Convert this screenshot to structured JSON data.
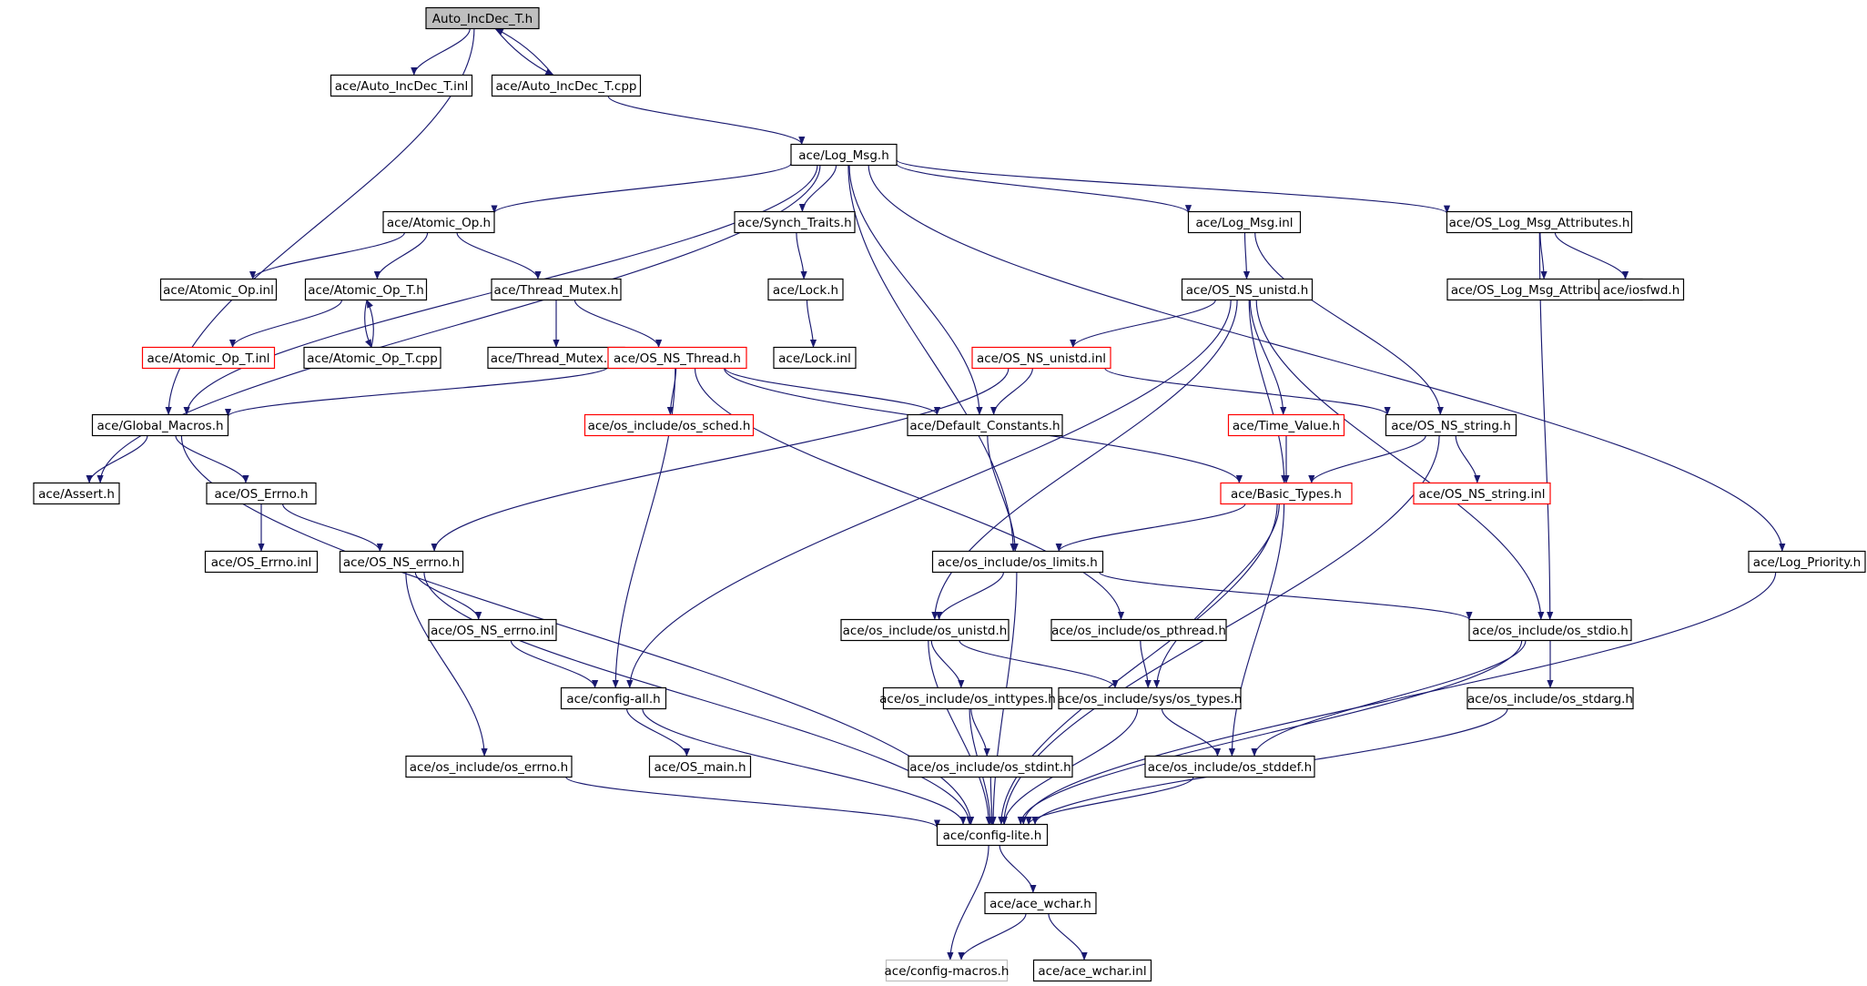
{
  "colors": {
    "edge": "#191970",
    "node_border": "#000000",
    "missing_border": "#ff0000",
    "system_border": "#bfbfbf",
    "root_fill": "#bfbfbf",
    "node_fill": "#ffffff"
  },
  "nodes": [
    {
      "id": "auto_h",
      "label": "Auto_IncDec_T.h",
      "kind": "root"
    },
    {
      "id": "auto_inl",
      "label": "ace/Auto_IncDec_T.inl",
      "kind": "normal"
    },
    {
      "id": "auto_cpp",
      "label": "ace/Auto_IncDec_T.cpp",
      "kind": "normal"
    },
    {
      "id": "log_msg",
      "label": "ace/Log_Msg.h",
      "kind": "normal"
    },
    {
      "id": "atomic_op",
      "label": "ace/Atomic_Op.h",
      "kind": "normal"
    },
    {
      "id": "synch_traits",
      "label": "ace/Synch_Traits.h",
      "kind": "normal"
    },
    {
      "id": "log_msg_inl",
      "label": "ace/Log_Msg.inl",
      "kind": "normal"
    },
    {
      "id": "os_lma",
      "label": "ace/OS_Log_Msg_Attributes.h",
      "kind": "normal"
    },
    {
      "id": "atomic_op_inl",
      "label": "ace/Atomic_Op.inl",
      "kind": "normal"
    },
    {
      "id": "atomic_op_t",
      "label": "ace/Atomic_Op_T.h",
      "kind": "normal"
    },
    {
      "id": "thread_mutex",
      "label": "ace/Thread_Mutex.h",
      "kind": "normal"
    },
    {
      "id": "lock_h",
      "label": "ace/Lock.h",
      "kind": "normal"
    },
    {
      "id": "os_ns_unistd",
      "label": "ace/OS_NS_unistd.h",
      "kind": "normal"
    },
    {
      "id": "os_lma_inl",
      "label": "ace/OS_Log_Msg_Attributes.inl",
      "kind": "normal"
    },
    {
      "id": "iosfwd",
      "label": "ace/iosfwd.h",
      "kind": "normal"
    },
    {
      "id": "atomic_op_t_inl",
      "label": "ace/Atomic_Op_T.inl",
      "kind": "missing"
    },
    {
      "id": "atomic_op_t_cpp",
      "label": "ace/Atomic_Op_T.cpp",
      "kind": "normal"
    },
    {
      "id": "thread_mutex_inl",
      "label": "ace/Thread_Mutex.inl",
      "kind": "normal"
    },
    {
      "id": "os_ns_thread",
      "label": "ace/OS_NS_Thread.h",
      "kind": "missing"
    },
    {
      "id": "lock_inl",
      "label": "ace/Lock.inl",
      "kind": "normal"
    },
    {
      "id": "os_ns_unistd_inl",
      "label": "ace/OS_NS_unistd.inl",
      "kind": "missing"
    },
    {
      "id": "global_macros",
      "label": "ace/Global_Macros.h",
      "kind": "normal"
    },
    {
      "id": "os_sched",
      "label": "ace/os_include/os_sched.h",
      "kind": "missing"
    },
    {
      "id": "default_constants",
      "label": "ace/Default_Constants.h",
      "kind": "normal"
    },
    {
      "id": "time_value",
      "label": "ace/Time_Value.h",
      "kind": "missing"
    },
    {
      "id": "os_ns_string",
      "label": "ace/OS_NS_string.h",
      "kind": "normal"
    },
    {
      "id": "assert_h",
      "label": "ace/Assert.h",
      "kind": "normal"
    },
    {
      "id": "os_errno",
      "label": "ace/OS_Errno.h",
      "kind": "normal"
    },
    {
      "id": "basic_types",
      "label": "ace/Basic_Types.h",
      "kind": "missing"
    },
    {
      "id": "os_ns_string_inl",
      "label": "ace/OS_NS_string.inl",
      "kind": "missing"
    },
    {
      "id": "os_errno_inl",
      "label": "ace/OS_Errno.inl",
      "kind": "normal"
    },
    {
      "id": "os_ns_errno",
      "label": "ace/OS_NS_errno.h",
      "kind": "normal"
    },
    {
      "id": "os_limits",
      "label": "ace/os_include/os_limits.h",
      "kind": "normal"
    },
    {
      "id": "log_priority",
      "label": "ace/Log_Priority.h",
      "kind": "normal"
    },
    {
      "id": "os_ns_errno_inl",
      "label": "ace/OS_NS_errno.inl",
      "kind": "normal"
    },
    {
      "id": "os_unistd",
      "label": "ace/os_include/os_unistd.h",
      "kind": "normal"
    },
    {
      "id": "os_pthread",
      "label": "ace/os_include/os_pthread.h",
      "kind": "normal"
    },
    {
      "id": "os_stdio",
      "label": "ace/os_include/os_stdio.h",
      "kind": "normal"
    },
    {
      "id": "config_all",
      "label": "ace/config-all.h",
      "kind": "normal"
    },
    {
      "id": "os_inttypes",
      "label": "ace/os_include/os_inttypes.h",
      "kind": "normal"
    },
    {
      "id": "sys_os_types",
      "label": "ace/os_include/sys/os_types.h",
      "kind": "normal"
    },
    {
      "id": "os_stdarg",
      "label": "ace/os_include/os_stdarg.h",
      "kind": "normal"
    },
    {
      "id": "os_include_errno",
      "label": "ace/os_include/os_errno.h",
      "kind": "normal"
    },
    {
      "id": "os_main",
      "label": "ace/OS_main.h",
      "kind": "normal"
    },
    {
      "id": "os_stdint",
      "label": "ace/os_include/os_stdint.h",
      "kind": "normal"
    },
    {
      "id": "os_stddef",
      "label": "ace/os_include/os_stddef.h",
      "kind": "normal"
    },
    {
      "id": "config_lite",
      "label": "ace/config-lite.h",
      "kind": "normal"
    },
    {
      "id": "ace_wchar",
      "label": "ace/ace_wchar.h",
      "kind": "normal"
    },
    {
      "id": "config_macros",
      "label": "ace/config-macros.h",
      "kind": "system"
    },
    {
      "id": "ace_wchar_inl",
      "label": "ace/ace_wchar.inl",
      "kind": "normal"
    }
  ],
  "edges": [
    [
      "auto_h",
      "auto_inl"
    ],
    [
      "auto_h",
      "auto_cpp"
    ],
    [
      "auto_cpp",
      "auto_h"
    ],
    [
      "auto_h",
      "global_macros"
    ],
    [
      "auto_cpp",
      "log_msg"
    ],
    [
      "log_msg",
      "atomic_op"
    ],
    [
      "log_msg",
      "synch_traits"
    ],
    [
      "log_msg",
      "log_msg_inl"
    ],
    [
      "log_msg",
      "os_lma"
    ],
    [
      "log_msg",
      "global_macros"
    ],
    [
      "log_msg",
      "assert_h"
    ],
    [
      "log_msg",
      "default_constants"
    ],
    [
      "log_msg",
      "os_limits"
    ],
    [
      "log_msg",
      "log_priority"
    ],
    [
      "atomic_op",
      "atomic_op_inl"
    ],
    [
      "atomic_op",
      "atomic_op_t"
    ],
    [
      "atomic_op",
      "thread_mutex"
    ],
    [
      "atomic_op_t",
      "atomic_op_t_inl"
    ],
    [
      "atomic_op_t",
      "atomic_op_t_cpp"
    ],
    [
      "atomic_op_t_cpp",
      "atomic_op_t"
    ],
    [
      "thread_mutex",
      "thread_mutex_inl"
    ],
    [
      "thread_mutex",
      "os_ns_thread"
    ],
    [
      "synch_traits",
      "lock_h"
    ],
    [
      "lock_h",
      "lock_inl"
    ],
    [
      "log_msg_inl",
      "os_ns_unistd"
    ],
    [
      "log_msg_inl",
      "os_ns_string"
    ],
    [
      "os_lma",
      "os_lma_inl"
    ],
    [
      "os_lma",
      "iosfwd"
    ],
    [
      "os_lma",
      "os_stdio"
    ],
    [
      "os_ns_unistd",
      "os_ns_unistd_inl"
    ],
    [
      "os_ns_unistd",
      "time_value"
    ],
    [
      "os_ns_unistd",
      "basic_types"
    ],
    [
      "os_ns_unistd",
      "os_stdio"
    ],
    [
      "os_ns_unistd",
      "os_unistd"
    ],
    [
      "os_ns_unistd",
      "config_all"
    ],
    [
      "os_ns_unistd_inl",
      "default_constants"
    ],
    [
      "os_ns_unistd_inl",
      "os_ns_string"
    ],
    [
      "os_ns_unistd_inl",
      "os_ns_errno"
    ],
    [
      "os_ns_thread",
      "global_macros"
    ],
    [
      "os_ns_thread",
      "os_sched"
    ],
    [
      "os_ns_thread",
      "default_constants"
    ],
    [
      "os_ns_thread",
      "basic_types"
    ],
    [
      "os_ns_thread",
      "config_all"
    ],
    [
      "os_ns_thread",
      "os_pthread"
    ],
    [
      "global_macros",
      "assert_h"
    ],
    [
      "global_macros",
      "os_errno"
    ],
    [
      "global_macros",
      "config_lite"
    ],
    [
      "default_constants",
      "os_limits"
    ],
    [
      "time_value",
      "basic_types"
    ],
    [
      "os_ns_string",
      "basic_types"
    ],
    [
      "os_ns_string",
      "os_ns_string_inl"
    ],
    [
      "os_ns_string",
      "config_lite"
    ],
    [
      "os_errno",
      "os_errno_inl"
    ],
    [
      "os_errno",
      "os_ns_errno"
    ],
    [
      "basic_types",
      "os_limits"
    ],
    [
      "basic_types",
      "sys_os_types"
    ],
    [
      "basic_types",
      "os_stddef"
    ],
    [
      "basic_types",
      "config_lite"
    ],
    [
      "os_ns_errno",
      "os_ns_errno_inl"
    ],
    [
      "os_ns_errno",
      "os_include_errno"
    ],
    [
      "os_ns_errno",
      "config_lite"
    ],
    [
      "os_limits",
      "os_unistd"
    ],
    [
      "os_limits",
      "os_stdio"
    ],
    [
      "os_limits",
      "config_lite"
    ],
    [
      "log_priority",
      "config_lite"
    ],
    [
      "os_ns_errno_inl",
      "config_all"
    ],
    [
      "os_unistd",
      "os_inttypes"
    ],
    [
      "os_unistd",
      "sys_os_types"
    ],
    [
      "os_unistd",
      "config_lite"
    ],
    [
      "os_pthread",
      "sys_os_types"
    ],
    [
      "os_stdio",
      "os_stdarg"
    ],
    [
      "os_stdio",
      "os_stddef"
    ],
    [
      "os_stdio",
      "config_lite"
    ],
    [
      "config_all",
      "os_main"
    ],
    [
      "config_all",
      "config_lite"
    ],
    [
      "os_inttypes",
      "os_stdint"
    ],
    [
      "os_inttypes",
      "config_lite"
    ],
    [
      "sys_os_types",
      "os_stddef"
    ],
    [
      "sys_os_types",
      "config_lite"
    ],
    [
      "os_stdarg",
      "config_lite"
    ],
    [
      "os_include_errno",
      "config_lite"
    ],
    [
      "os_stdint",
      "config_lite"
    ],
    [
      "os_stddef",
      "config_lite"
    ],
    [
      "config_lite",
      "ace_wchar"
    ],
    [
      "config_lite",
      "config_macros"
    ],
    [
      "ace_wchar",
      "config_macros"
    ],
    [
      "ace_wchar",
      "ace_wchar_inl"
    ]
  ]
}
